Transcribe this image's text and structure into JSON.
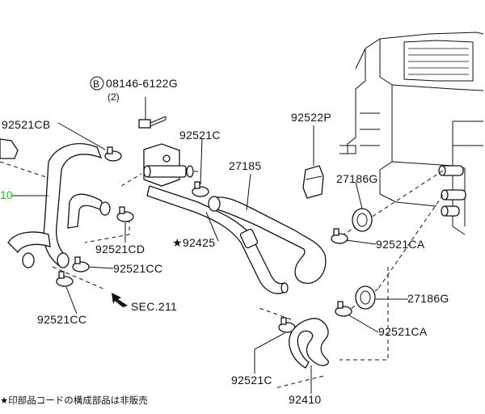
{
  "callouts": {
    "bolt": "08146-6122G",
    "bolt_qty": "(2)",
    "bolt_prefix": "B",
    "hose_cb": "92521CB",
    "clamp_c_top": "92521C",
    "connector_p": "92522P",
    "hose_27185": "27185",
    "grommet_top": "27186G",
    "clamp_cd": "92521CD",
    "hose_92425": "92425",
    "clamp_ca_top": "92521CA",
    "clamp_cc_1": "92521CC",
    "clamp_cc_2": "92521CC",
    "sec_ref": "SEC.211",
    "grommet_bottom": "27186G",
    "clamp_ca_bottom": "92521CA",
    "clamp_c_bottom": "92521C",
    "hose_92410": "92410",
    "cut_label": "10",
    "footnote": "★印部品コードの構成部品は非販売",
    "star": "★"
  },
  "colors": {
    "line": "#111111",
    "highlight": "#18c818",
    "background": "#ffffff"
  }
}
